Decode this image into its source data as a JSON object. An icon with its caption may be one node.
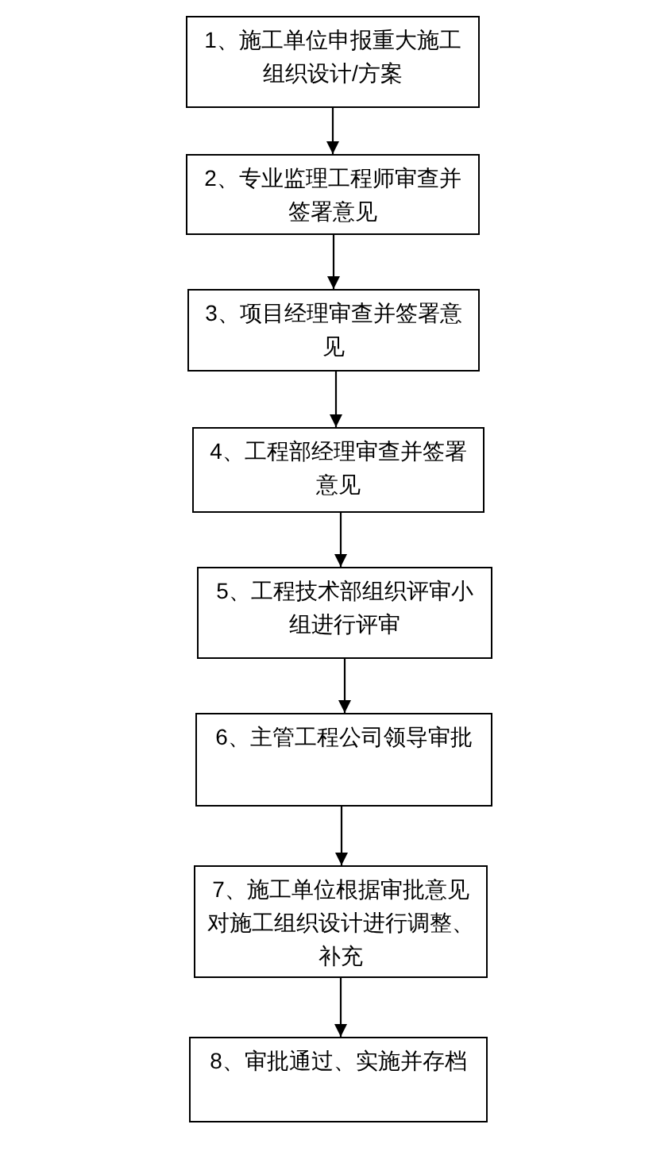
{
  "diagram": {
    "nodes": [
      {
        "text": [
          "1、施工单位申报重大施工组织设计/方案"
        ]
      },
      {
        "text": [
          "2、专业监理工程师审查并签署意见"
        ]
      },
      {
        "text": [
          "3、项目经理审查并签署意见"
        ]
      },
      {
        "text": [
          "4、工程部经理审查并签署意见"
        ]
      },
      {
        "text": [
          "5、工程技术部组织评审小组进行评审"
        ]
      },
      {
        "text": [
          "6、主管工程公司领导审批"
        ]
      },
      {
        "text": [
          "7、施工单位根据审批意见对施工组织设计进行调整、补充"
        ]
      },
      {
        "text": [
          "8、审批通过、实施并存档"
        ]
      }
    ],
    "edges": [
      {
        "from": 0,
        "to": 1,
        "arrow": "to"
      },
      {
        "from": 1,
        "to": 2,
        "arrow": "to"
      },
      {
        "from": 2,
        "to": 3,
        "arrow": "to"
      },
      {
        "from": 3,
        "to": 4,
        "arrow": "to"
      },
      {
        "from": 4,
        "to": 5,
        "arrow": "to"
      },
      {
        "from": 5,
        "to": 6,
        "arrow": "to"
      },
      {
        "from": 6,
        "to": 7,
        "arrow": "to"
      }
    ]
  }
}
